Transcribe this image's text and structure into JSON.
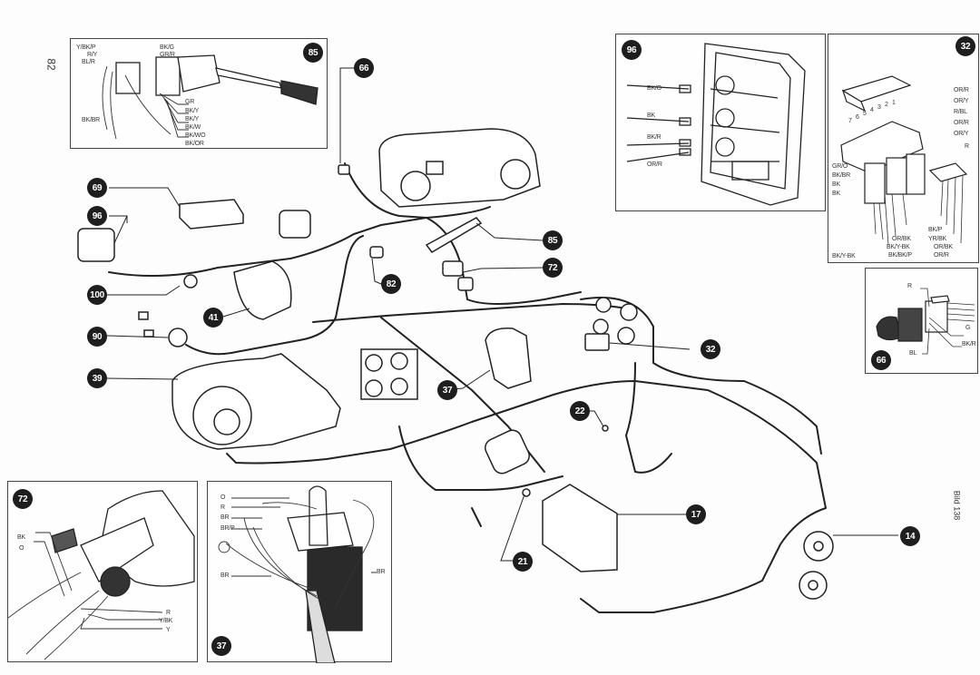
{
  "page": {
    "page_number": "82",
    "figure_label": "Bild 138"
  },
  "callouts": {
    "c69": "69",
    "c96": "96",
    "c100": "100",
    "c90": "90",
    "c39": "39",
    "c41": "41",
    "c66": "66",
    "c82": "82",
    "c85": "85",
    "c72": "72",
    "c37": "37",
    "c32": "32",
    "c22": "22",
    "c21": "21",
    "c17": "17",
    "c14": "14"
  },
  "insets": {
    "turn_signal_switch": {
      "number": "85",
      "wire_labels": [
        "Y/BK/P",
        "R/Y",
        "BL/R",
        "BK/G",
        "GR/R",
        "GR",
        "BK/Y",
        "BK/Y",
        "BK/W",
        "BK/WO",
        "BK/OR",
        "BK/BR"
      ]
    },
    "rear_light": {
      "number": "96",
      "wire_labels": [
        "BK/O",
        "BK",
        "BK/R",
        "OR/R"
      ]
    },
    "fuse_box": {
      "number": "32",
      "fuse_numbers": [
        "7",
        "6",
        "5",
        "4",
        "3",
        "2",
        "1"
      ],
      "wire_labels_right": [
        "OR/R",
        "OR/Y",
        "R/BL",
        "OR/R",
        "OR/Y",
        "R"
      ],
      "wire_labels_left": [
        "GR/O",
        "BK/BR",
        "BK",
        "BK"
      ],
      "wire_labels_bottom": [
        "BK/P",
        "YR/BK",
        "OR/BK",
        "OR/R",
        "OR/BK",
        "BK/Y-BK",
        "BK/BK/P",
        "BK/Y-BK"
      ]
    },
    "light_switch": {
      "number": "66",
      "wire_labels": [
        "R",
        "G",
        "BK/R",
        "BL"
      ]
    },
    "ignition_switch": {
      "number": "72",
      "wire_labels": [
        "BK",
        "O",
        "R",
        "Y/BK",
        "Y"
      ]
    },
    "wiper_motor": {
      "number": "37",
      "wire_labels": [
        "O",
        "R",
        "BR",
        "BR/P",
        "BR",
        "BR"
      ]
    }
  }
}
